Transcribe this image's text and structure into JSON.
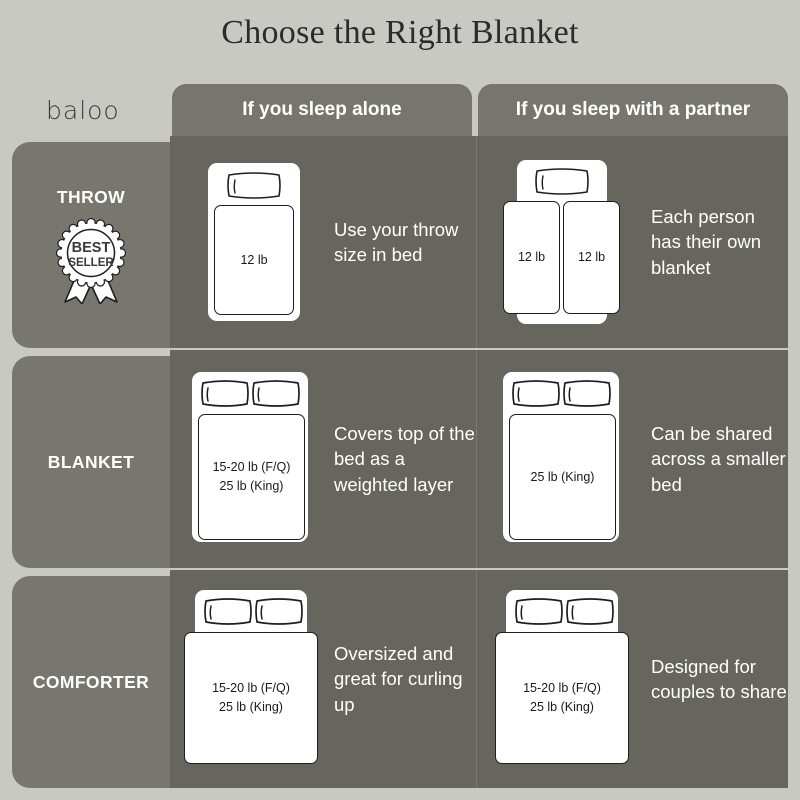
{
  "title": "Choose the Right Blanket",
  "logo": "baloo",
  "columns": [
    {
      "label": "If you sleep alone"
    },
    {
      "label": "If you sleep with a partner"
    }
  ],
  "rows": [
    {
      "label": "THROW",
      "badge": {
        "line1": "BEST",
        "line2": "SELLER"
      },
      "alone": {
        "blurb": "Use your throw size in bed",
        "covers": [
          {
            "line1": "12 lb",
            "line2": ""
          }
        ]
      },
      "partner": {
        "blurb": "Each person has their own blanket",
        "covers": [
          {
            "line1": "12 lb",
            "line2": ""
          },
          {
            "line1": "12 lb",
            "line2": ""
          }
        ]
      }
    },
    {
      "label": "BLANKET",
      "alone": {
        "blurb": "Covers top of the bed as a weighted layer",
        "covers": [
          {
            "line1": "15-20 lb (F/Q)",
            "line2": "25 lb (King)"
          }
        ]
      },
      "partner": {
        "blurb": "Can be shared across a smaller bed",
        "covers": [
          {
            "line1": "25 lb (King)",
            "line2": ""
          }
        ]
      }
    },
    {
      "label": "COMFORTER",
      "alone": {
        "blurb": "Oversized and great for curling up",
        "covers": [
          {
            "line1": "15-20 lb (F/Q)",
            "line2": "25 lb (King)"
          }
        ]
      },
      "partner": {
        "blurb": "Designed for couples to share",
        "covers": [
          {
            "line1": "15-20 lb (F/Q)",
            "line2": "25 lb (King)"
          }
        ]
      }
    }
  ],
  "colors": {
    "page_background": "#c9c9c4",
    "panel": "#66665f",
    "rail": "#77776f",
    "header_tab": "#76766f",
    "text_light": "#ffffff",
    "text_dark": "#1a1a1a"
  }
}
